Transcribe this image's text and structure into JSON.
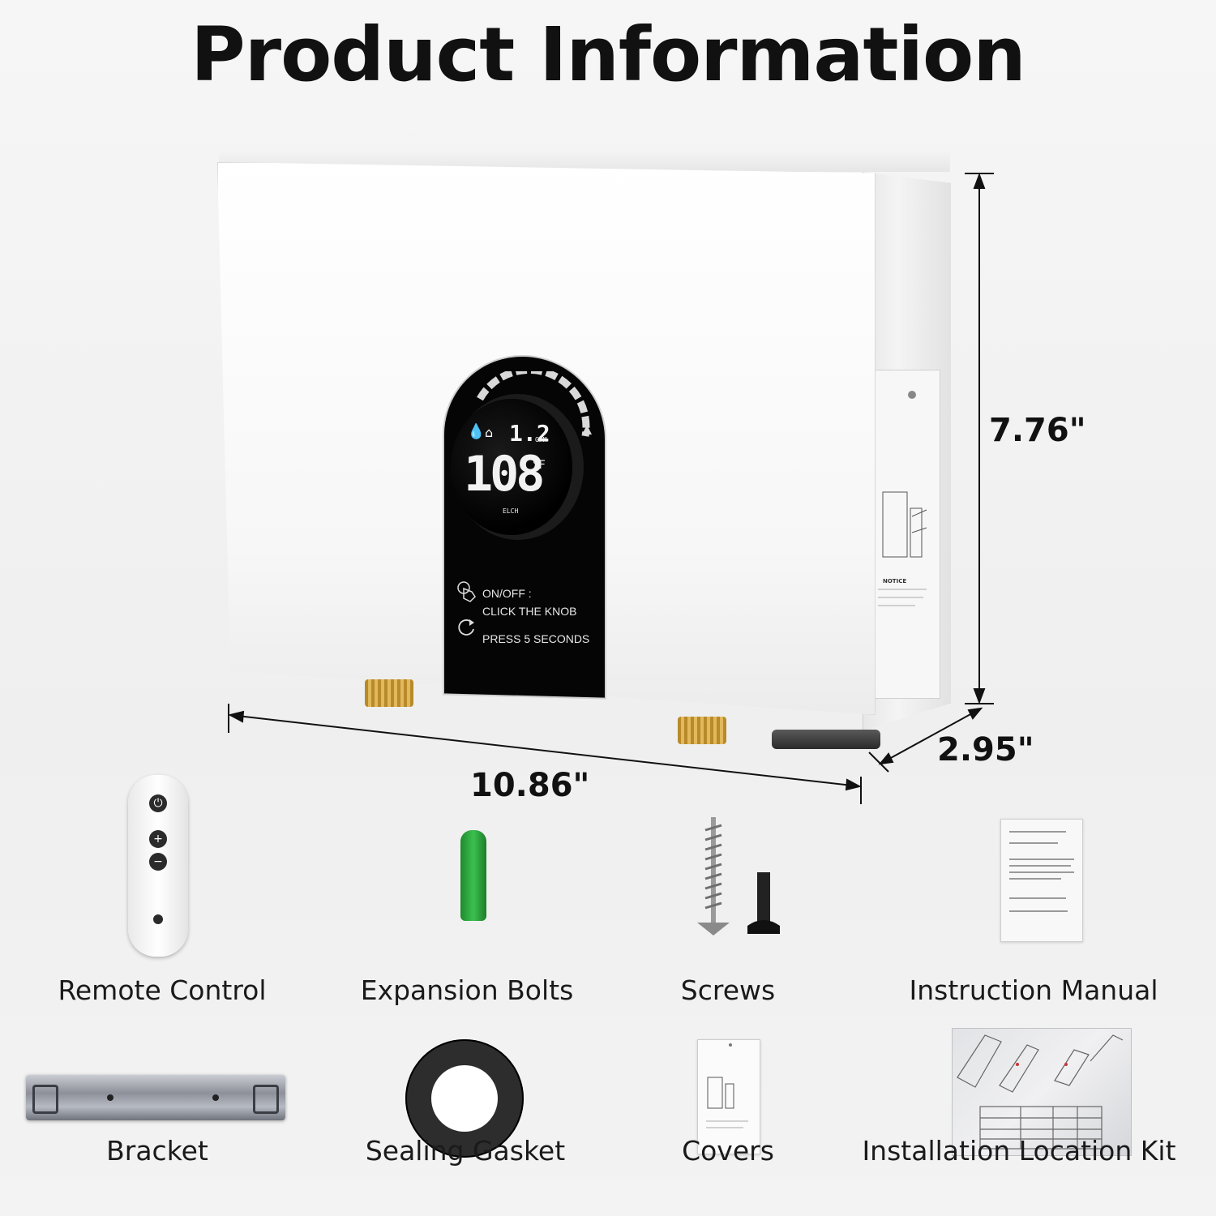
{
  "title": "Product Information",
  "dimensions": {
    "height": "7.76\"",
    "width": "10.86\"",
    "depth": "2.95\""
  },
  "display": {
    "flow_value": "1.2",
    "flow_unit": "GPM",
    "temperature_value": "108",
    "temperature_unit": "°F",
    "brand": "ELCH"
  },
  "panel": {
    "onoff_line1": "ON/OFF :",
    "onoff_line2": "CLICK THE KNOB",
    "press_text": "PRESS 5 SECONDS"
  },
  "sticker": {
    "notice": "NOTICE"
  },
  "accessories": [
    {
      "label": "Remote Control"
    },
    {
      "label": "Expansion Bolts"
    },
    {
      "label": "Screws"
    },
    {
      "label": "Instruction Manual"
    },
    {
      "label": "Bracket"
    },
    {
      "label": "Sealing Gasket"
    },
    {
      "label": "Covers"
    },
    {
      "label": "Installation Location Kit"
    }
  ],
  "remote": {
    "power_icon": "power-icon",
    "plus": "+",
    "minus": "−"
  }
}
